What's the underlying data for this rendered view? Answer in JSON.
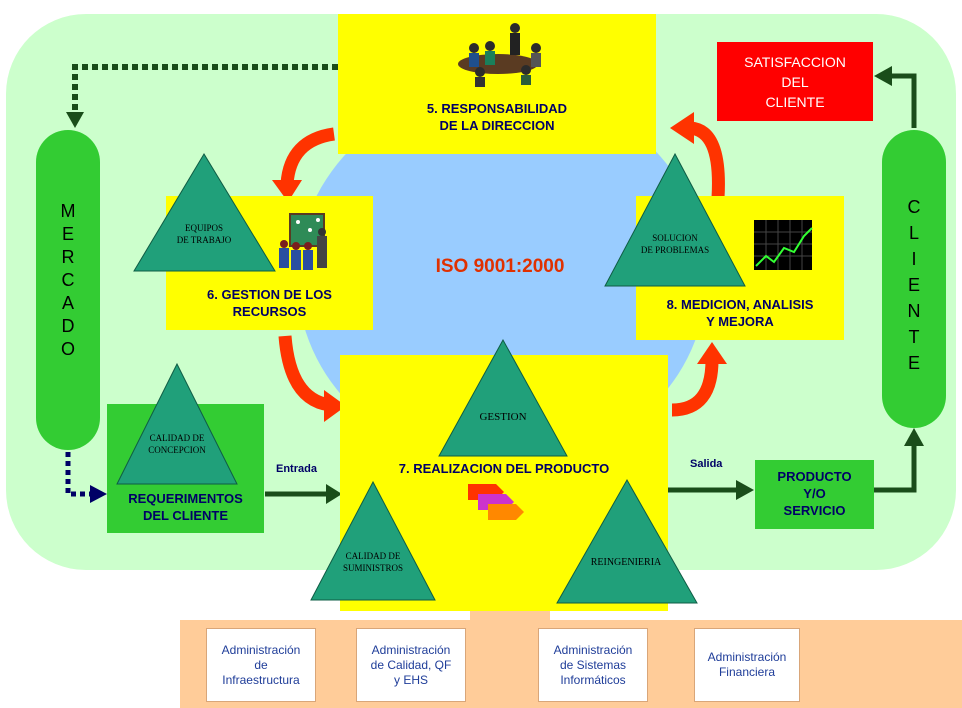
{
  "center_title": "ISO 9001:2000",
  "boxes": {
    "responsabilidad": "5. RESPONSABILIDAD\nDE LA DIRECCION",
    "recursos": "6. GESTION DE LOS\nRECURSOS",
    "medicion": "8. MEDICION, ANALISIS\nY MEJORA",
    "realizacion": "7. REALIZACION DEL PRODUCTO",
    "requerimientos": "REQUERIMENTOS\nDEL CLIENTE",
    "producto": "PRODUCTO\nY/O\nSERVICIO",
    "satisfaccion": "SATISFACCION\nDEL\nCLIENTE"
  },
  "triangles": {
    "equipos": "EQUIPOS\nDE TRABAJO",
    "solucion": "SOLUCION\nDE PROBLEMAS",
    "calidad_concepcion": "CALIDAD DE\nCONCEPCION",
    "gestion": "GESTION",
    "calidad_suministros": "CALIDAD DE\nSUMINISTROS",
    "reingenieria": "REINGENIERIA"
  },
  "pills": {
    "mercado": [
      "M",
      "E",
      "R",
      "C",
      "A",
      "D",
      "O"
    ],
    "cliente": [
      "C",
      "L",
      "I",
      "E",
      "N",
      "T",
      "E"
    ]
  },
  "flow_labels": {
    "entrada": "Entrada",
    "salida": "Salida"
  },
  "admin": [
    "Administración\nde\nInfraestructura",
    "Administración\nde Calidad, QF\ny EHS",
    "Administración\nde Sistemas\nInformáticos",
    "Administración\nFinanciera"
  ],
  "colors": {
    "outer_bg": "#ccffcc",
    "circle": "#99ccff",
    "yellow": "#ffff00",
    "green_pill": "#33cc33",
    "triangle": "#20a07a",
    "red_arrow": "#ff3300",
    "satisfaccion_bg": "#ff0000",
    "admin_bg": "#ffcc99"
  }
}
